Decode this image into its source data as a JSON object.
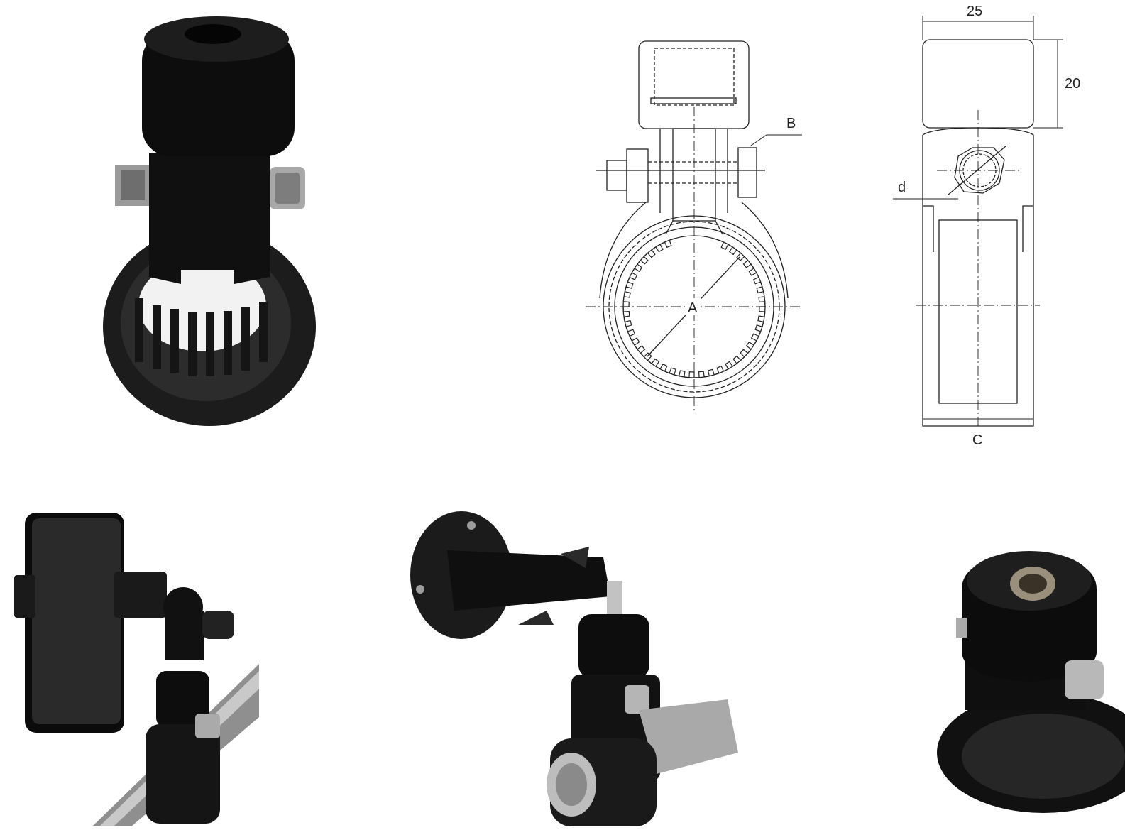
{
  "drawing_front": {
    "label_a": "A",
    "label_b": "B"
  },
  "drawing_side": {
    "dim_width": "25",
    "dim_height": "20",
    "label_c": "C",
    "label_d": "d"
  }
}
